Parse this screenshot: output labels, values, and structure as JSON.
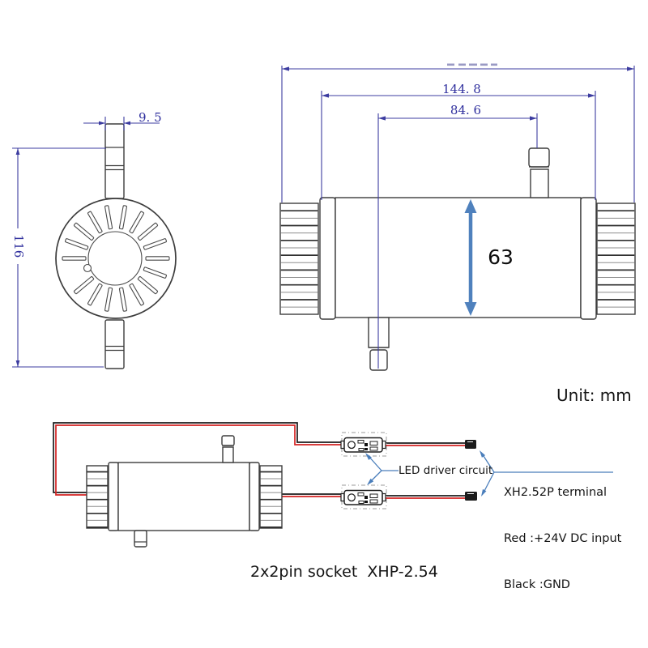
{
  "page": {
    "unit_label": "Unit: mm"
  },
  "front_view": {
    "dim_stem_width": "9. 5",
    "dim_height": "116"
  },
  "side_view": {
    "dim_length_mid": "144. 8",
    "dim_stem_spacing": "84. 6",
    "dim_diameter": "63"
  },
  "wiring": {
    "driver_label": "LED driver circuit",
    "terminal_title": "XH2.52P terminal",
    "terminal_red": "Red :+24V DC input",
    "terminal_black": "Black :GND",
    "caption": "2x2pin socket  XHP-2.54"
  },
  "colors": {
    "dimension_blue": "#3c3ca0",
    "diameter_arrow_blue": "#4f81bd",
    "leader_blue": "#4a7ebb",
    "wire_red": "#d42323",
    "wire_black": "#1d1d1d",
    "outline_dark": "#3d3d3d"
  }
}
